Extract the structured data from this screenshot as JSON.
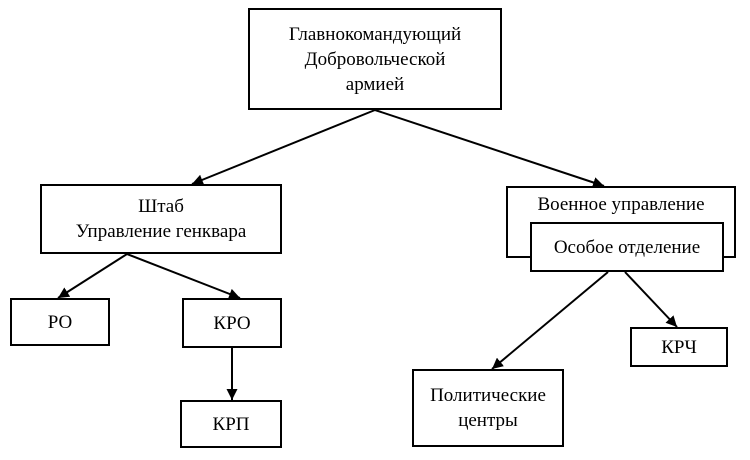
{
  "nodes": {
    "commander": {
      "lines": [
        "Главнокомандующий",
        "Добровольческой",
        "армией"
      ]
    },
    "staff": {
      "lines": [
        "Штаб",
        "Управление генквара"
      ]
    },
    "military": {
      "lines": [
        "Военное управление"
      ]
    },
    "special": {
      "lines": [
        "Особое отделение"
      ]
    },
    "ro": {
      "lines": [
        "РО"
      ]
    },
    "kro": {
      "lines": [
        "КРО"
      ]
    },
    "krp": {
      "lines": [
        "КРП"
      ]
    },
    "political": {
      "lines": [
        "Политические",
        "центры"
      ]
    },
    "krch": {
      "lines": [
        "КРЧ"
      ]
    }
  },
  "colors": {
    "line": "#000000",
    "fill": "#ffffff"
  }
}
